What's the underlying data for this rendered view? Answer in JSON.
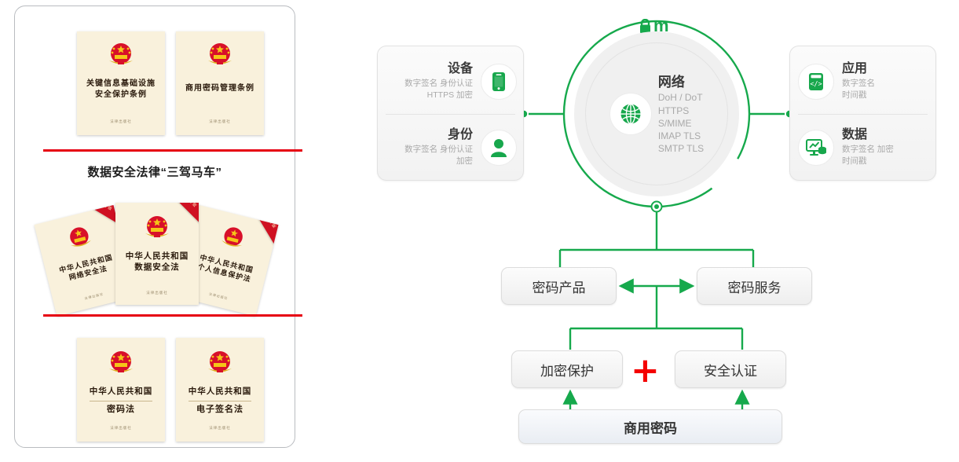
{
  "colors": {
    "green": "#1aa84f",
    "red_divider": "#e60012",
    "red_plus": "#f40000",
    "book_cream": "#f9f1dc",
    "panel_border": "#b9bcc0"
  },
  "law_panel": {
    "section_title": "数据安全法律“三驾马车”",
    "publisher": "法律出版社",
    "ribbon_label": "最新修订版",
    "top_books": [
      {
        "title": "关键信息基础设施\n安全保护条例",
        "publisher": "法律出版社"
      },
      {
        "title": "商用密码管理条例",
        "publisher": "法律出版社"
      }
    ],
    "fan_books": [
      {
        "title": "中华人民共和国\n网络安全法",
        "publisher": "法律出版社"
      },
      {
        "title": "中华人民共和国\n数据安全法",
        "publisher": "法律出版社"
      },
      {
        "title": "中华人民共和国\n个人信息保护法",
        "publisher": "法律出版社"
      }
    ],
    "bottom_books": [
      {
        "title_line1": "中华人民共和国",
        "title_line2": "密码法",
        "publisher": "法律出版社"
      },
      {
        "title_line1": "中华人民共和国",
        "title_line2": "电子签名法",
        "publisher": "法律出版社"
      }
    ]
  },
  "diagram": {
    "logo_text": "m",
    "hub": {
      "title": "网络",
      "lines": [
        "DoH / DoT",
        "HTTPS",
        "S/MIME",
        "IMAP TLS",
        "SMTP TLS"
      ]
    },
    "left_cards": [
      {
        "title": "设备",
        "lines": [
          "数字签名  身份认证",
          "HTTPS  加密"
        ],
        "icon": "phone-icon"
      },
      {
        "title": "身份",
        "lines": [
          "数字签名  身份认证",
          "加密"
        ],
        "icon": "user-icon"
      }
    ],
    "right_cards": [
      {
        "title": "应用",
        "lines": [
          "数字签名",
          "时间戳"
        ],
        "icon": "code-window-icon"
      },
      {
        "title": "数据",
        "lines": [
          "数字签名  加密",
          "时间戳"
        ],
        "icon": "data-chart-icon"
      }
    ],
    "flow": {
      "product": "密码产品",
      "service": "密码服务",
      "encryption": "加密保护",
      "authentication": "安全认证",
      "plus": "+",
      "foundation": "商用密码"
    }
  }
}
